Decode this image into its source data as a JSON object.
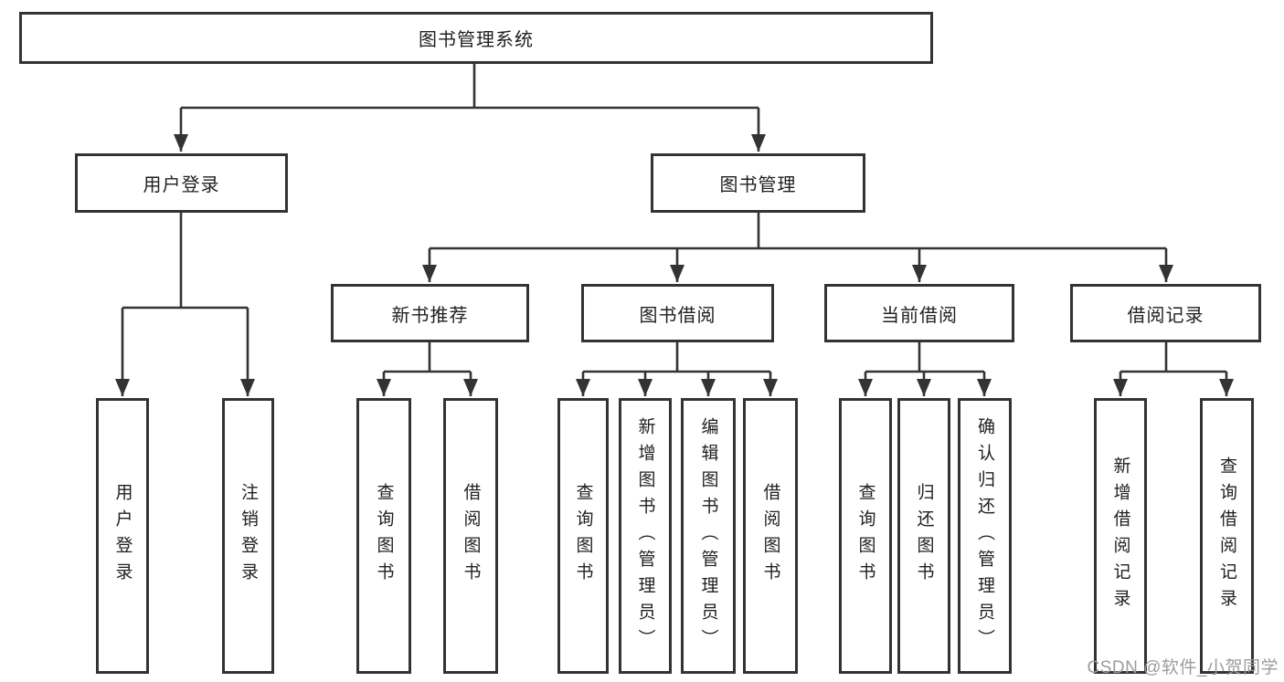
{
  "tree": {
    "label": "图书管理系统",
    "children": [
      {
        "label": "用户登录",
        "children": [
          {
            "label": "用户登录"
          },
          {
            "label": "注销登录"
          }
        ]
      },
      {
        "label": "图书管理",
        "children": [
          {
            "label": "新书推荐",
            "children": [
              {
                "label": "查询图书"
              },
              {
                "label": "借阅图书"
              }
            ]
          },
          {
            "label": "图书借阅",
            "children": [
              {
                "label": "查询图书"
              },
              {
                "label": "新增图书（管理员）"
              },
              {
                "label": "编辑图书（管理员）"
              },
              {
                "label": "借阅图书"
              }
            ]
          },
          {
            "label": "当前借阅",
            "children": [
              {
                "label": "查询图书"
              },
              {
                "label": "归还图书"
              },
              {
                "label": "确认归还（管理员）"
              }
            ]
          },
          {
            "label": "借阅记录",
            "children": [
              {
                "label": "新增借阅记录"
              },
              {
                "label": "查询借阅记录"
              }
            ]
          }
        ]
      }
    ]
  },
  "watermark": "CSDN @软件_小贺同学",
  "colors": {
    "line": "#333333",
    "box_border": "#333333",
    "text": "#1f1f1f",
    "watermark": "#9c9c9c",
    "background": "#ffffff"
  }
}
